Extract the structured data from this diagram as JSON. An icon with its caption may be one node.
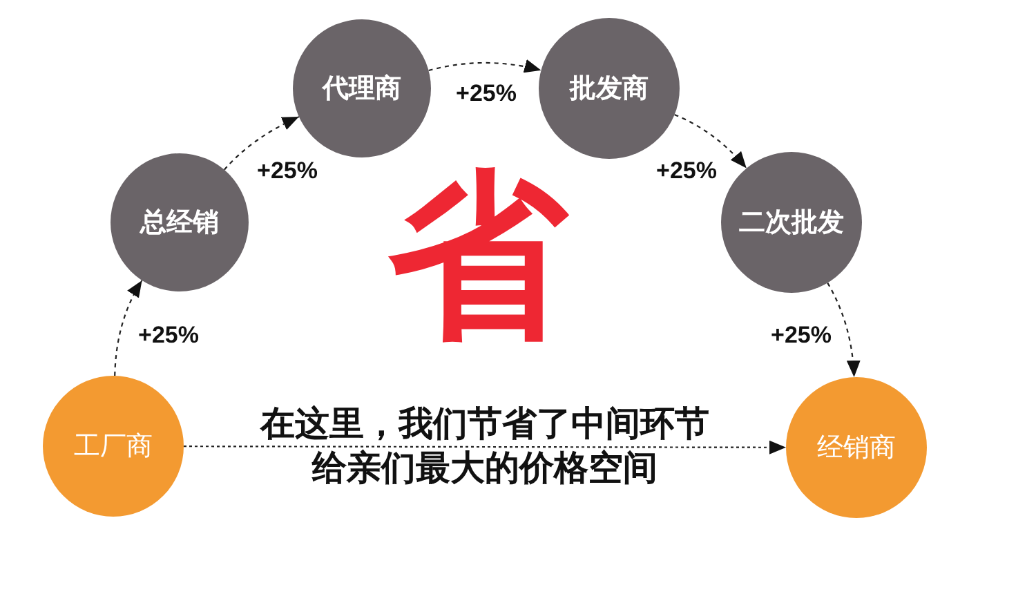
{
  "diagram": {
    "nodes": [
      {
        "text": [
          "工厂商"
        ]
      },
      {
        "text": [
          "总经销"
        ]
      },
      {
        "text": [
          "代理商"
        ]
      },
      {
        "text": [
          "批发商"
        ]
      },
      {
        "text": [
          "二次批发"
        ]
      },
      {
        "text": [
          "经销商"
        ]
      }
    ],
    "edges": [
      {
        "from": 0,
        "to": 1,
        "arrow": "to",
        "label": "+25%",
        "style": "dashed"
      },
      {
        "from": 1,
        "to": 2,
        "arrow": "to",
        "label": "+25%",
        "style": "dashed"
      },
      {
        "from": 2,
        "to": 3,
        "arrow": "to",
        "label": "+25%",
        "style": "dashed"
      },
      {
        "from": 3,
        "to": 4,
        "arrow": "to",
        "label": "+25%",
        "style": "dashed"
      },
      {
        "from": 4,
        "to": 5,
        "arrow": "to",
        "label": "+25%",
        "style": "dashed"
      },
      {
        "from": 0,
        "to": 5,
        "arrow": "to",
        "style": "dashed"
      }
    ],
    "labels": [
      "省",
      "在这里，我们节省了中间环节给亲们最大的价格空间"
    ]
  }
}
